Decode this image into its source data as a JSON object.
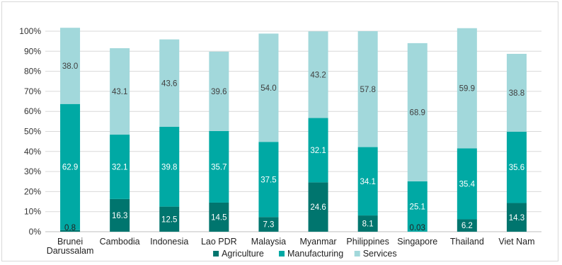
{
  "chart_data": {
    "type": "bar",
    "stacked": true,
    "title": "",
    "xlabel": "",
    "ylabel": "",
    "categories": [
      "Brunei\nDarussalam",
      "Cambodia",
      "Indonesia",
      "Lao PDR",
      "Malaysia",
      "Myanmar",
      "Philippines",
      "Singapore",
      "Thailand",
      "Viet Nam"
    ],
    "series": [
      {
        "name": "Agriculture",
        "color": "#00756e",
        "values": [
          0.8,
          16.3,
          12.5,
          14.5,
          7.3,
          24.6,
          8.1,
          0.03,
          6.2,
          14.3
        ],
        "labels": [
          "0.8",
          "16.3",
          "12.5",
          "14.5",
          "7.3",
          "24.6",
          "8.1",
          "0.03",
          "6.2",
          "14.3"
        ]
      },
      {
        "name": "Manufacturing",
        "color": "#00a9a4",
        "values": [
          62.9,
          32.1,
          39.8,
          35.7,
          37.5,
          32.1,
          34.1,
          25.1,
          35.4,
          35.6
        ],
        "labels": [
          "62.9",
          "32.1",
          "39.8",
          "35.7",
          "37.5",
          "32.1",
          "34.1",
          "25.1",
          "35.4",
          "35.6"
        ]
      },
      {
        "name": "Services",
        "color": "#a2d8db",
        "values": [
          38.0,
          43.1,
          43.6,
          39.6,
          54.0,
          43.2,
          57.8,
          68.9,
          59.9,
          38.8
        ],
        "labels": [
          "38.0",
          "43.1",
          "43.6",
          "39.6",
          "54.0",
          "43.2",
          "57.8",
          "68.9",
          "59.9",
          "38.8"
        ]
      }
    ],
    "y_ticks": [
      0,
      10,
      20,
      30,
      40,
      50,
      60,
      70,
      80,
      90,
      100
    ],
    "y_tick_labels": [
      "0%",
      "10%",
      "20%",
      "30%",
      "40%",
      "50%",
      "60%",
      "70%",
      "80%",
      "90%",
      "100%"
    ],
    "ylim": [
      0,
      100
    ],
    "grid": true,
    "legend_position": "bottom"
  }
}
